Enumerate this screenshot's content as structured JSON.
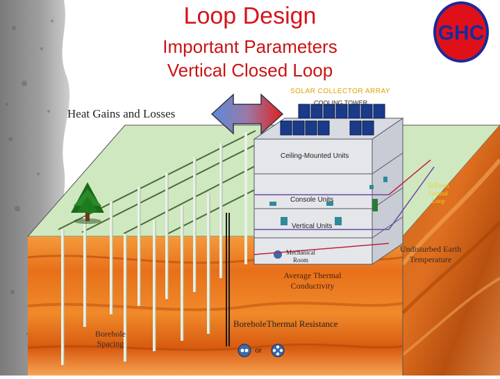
{
  "title": "Loop Design",
  "subtitle_line1": "Important Parameters",
  "subtitle_line2": "Vertical Closed Loop",
  "logo_text": "GHC",
  "labels": {
    "solar_collector": "SOLAR COLLECTOR ARRAY",
    "cooling_tower": "COOLING TOWER",
    "heat_gains": "Heat Gains and Losses",
    "ceiling_units": "Ceiling-Mounted Units",
    "console_units": "Console Units",
    "vertical_units": "Vertical Units",
    "mechanical_room": "Mechanical Room",
    "to_from_loop": "To/From Ground Loop",
    "undisturbed_temp": "Undisturbed Earth Temperature",
    "avg_conductivity": "Average Thermal Conductivity",
    "borehole_resistance": "BoreholeThermal Resistance",
    "borehole_spacing": "Borehole Spacing",
    "or": "or"
  },
  "colors": {
    "title_red": "#d4141c",
    "logo_blue": "#1a2a9a",
    "logo_red": "#e0101a",
    "ground_green": "#cfe8c0",
    "soil_orange": "#e8701a",
    "building_gray": "#e4e6ea"
  },
  "icons": {
    "arrow": "double-arrow-icon",
    "tree": "pine-tree-icon",
    "pipe_single": "single-u-bend-icon",
    "pipe_double": "double-u-bend-icon"
  }
}
